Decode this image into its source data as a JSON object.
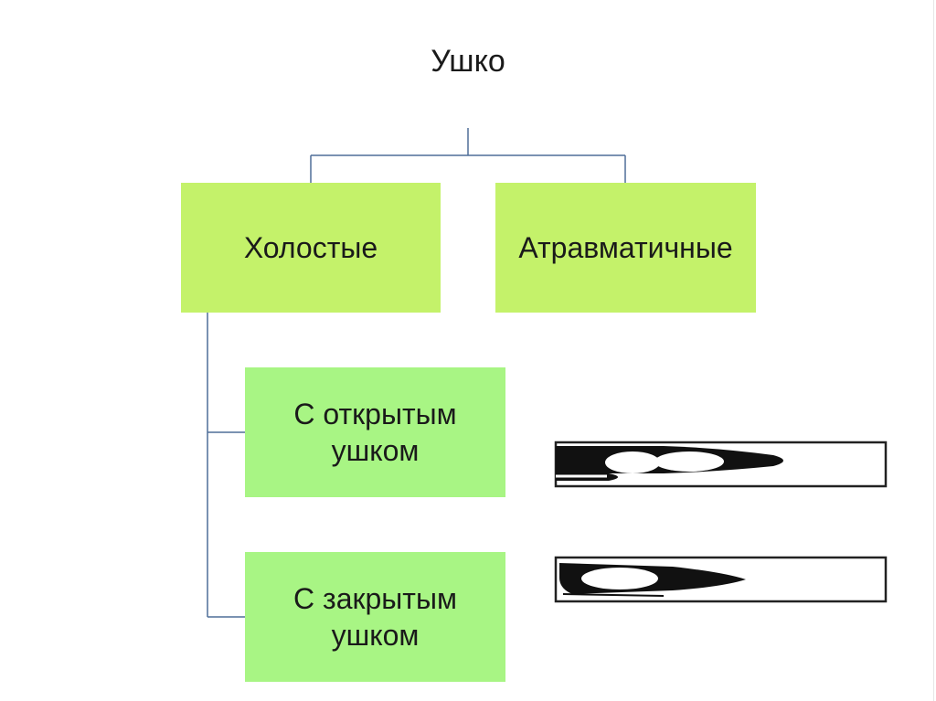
{
  "diagram": {
    "title": "Ушко",
    "root_children": [
      {
        "label": "Холостые"
      },
      {
        "label": "Атравматичные"
      }
    ],
    "holostye_children": [
      {
        "label": "С открытым\nушком",
        "illustration": "open-eye-needle-illustration"
      },
      {
        "label": "С закрытым\nушком",
        "illustration": "closed-eye-needle-illustration"
      }
    ]
  },
  "colors": {
    "top_box_fill": "#c4f26a",
    "sub_box_fill": "#a8f584",
    "connector": "#4f6e99",
    "text": "#1a1a1a"
  }
}
